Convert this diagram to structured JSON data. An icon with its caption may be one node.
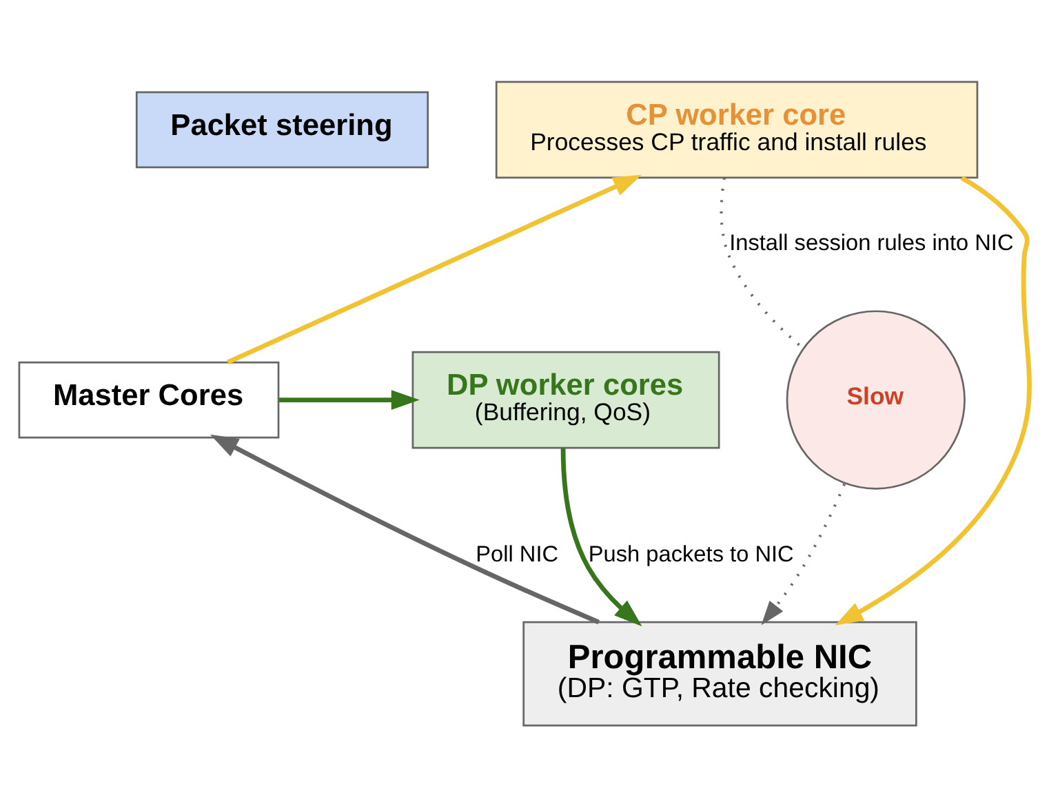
{
  "diagram": {
    "nodes": [
      {
        "text": [
          "Packet steering"
        ]
      },
      {
        "text": [
          "CP worker core",
          "Processes CP traffic and install rules"
        ]
      },
      {
        "text": [
          "Master Cores"
        ]
      },
      {
        "text": [
          "DP worker cores",
          "(Buffering, QoS)"
        ]
      },
      {
        "text": [
          "Slow"
        ]
      },
      {
        "text": [
          "Programmable NIC",
          "(DP: GTP, Rate checking)"
        ]
      }
    ],
    "edges": [
      {
        "from": 2,
        "to": 1,
        "arrow": "to",
        "color": "#f1c232"
      },
      {
        "from": 2,
        "to": 3,
        "arrow": "to",
        "color": "#38761d"
      },
      {
        "from": 3,
        "to": 5,
        "arrow": "to",
        "color": "#38761d",
        "label": "Push packets to NIC"
      },
      {
        "from": 5,
        "to": 2,
        "arrow": "to",
        "label": "Poll NIC"
      },
      {
        "from": 1,
        "to": 5,
        "arrow": "to",
        "color": "#f1c232"
      },
      {
        "from": 1,
        "to": 4,
        "arrow": "none",
        "style": "dashed",
        "label": "Install session rules into NIC"
      },
      {
        "from": 4,
        "to": 5,
        "arrow": "to",
        "style": "dashed"
      }
    ]
  }
}
